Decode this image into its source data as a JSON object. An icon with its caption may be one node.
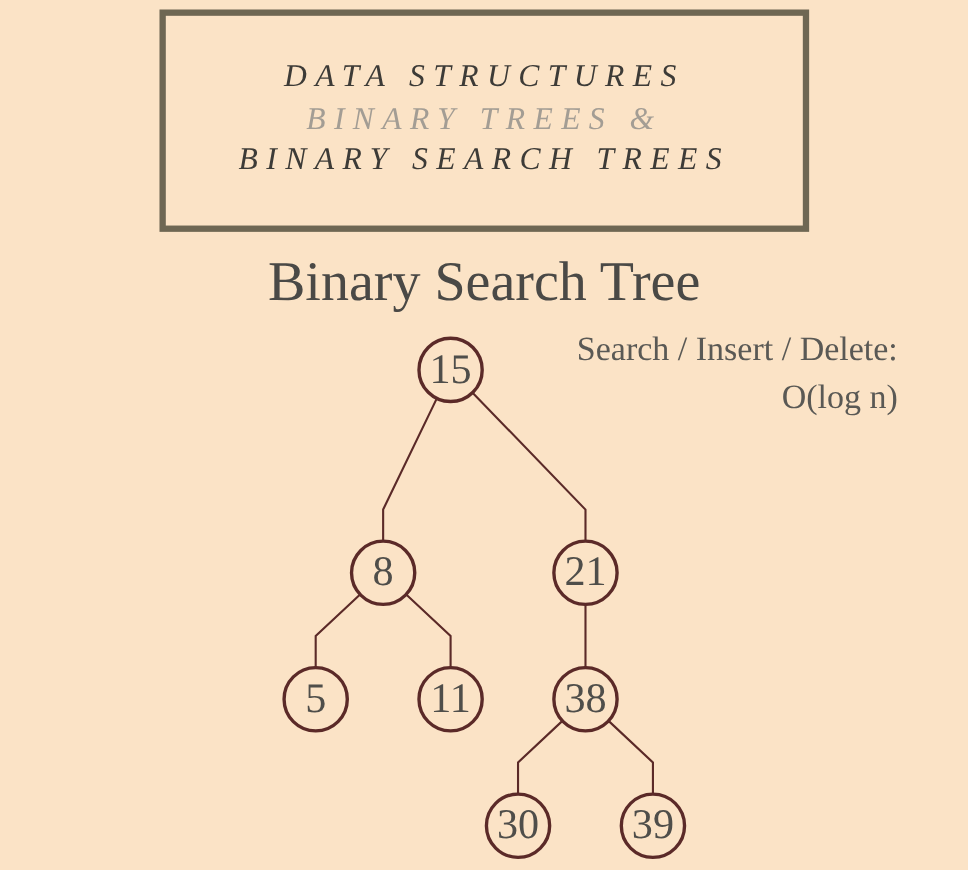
{
  "diagram": {
    "title": "Binary Search Tree",
    "nodes": [
      {
        "text": [
          "DATA STRUCTURES",
          "BINARY TREES &",
          "BINARY SEARCH TREES"
        ]
      },
      {
        "text": [
          "15"
        ]
      },
      {
        "text": [
          "8"
        ]
      },
      {
        "text": [
          "21"
        ]
      },
      {
        "text": [
          "5"
        ]
      },
      {
        "text": [
          "11"
        ]
      },
      {
        "text": [
          "38"
        ]
      },
      {
        "text": [
          "30"
        ]
      },
      {
        "text": [
          "39"
        ]
      }
    ],
    "edges": [
      {
        "from": 1,
        "to": 2,
        "arrow": "none"
      },
      {
        "from": 1,
        "to": 3,
        "arrow": "none"
      },
      {
        "from": 2,
        "to": 4,
        "arrow": "none"
      },
      {
        "from": 2,
        "to": 5,
        "arrow": "none"
      },
      {
        "from": 3,
        "to": 6,
        "arrow": "none"
      },
      {
        "from": 6,
        "to": 7,
        "arrow": "none"
      },
      {
        "from": 6,
        "to": 8,
        "arrow": "none"
      }
    ],
    "labels": [
      "Search / Insert / Delete: O(log n)"
    ]
  }
}
